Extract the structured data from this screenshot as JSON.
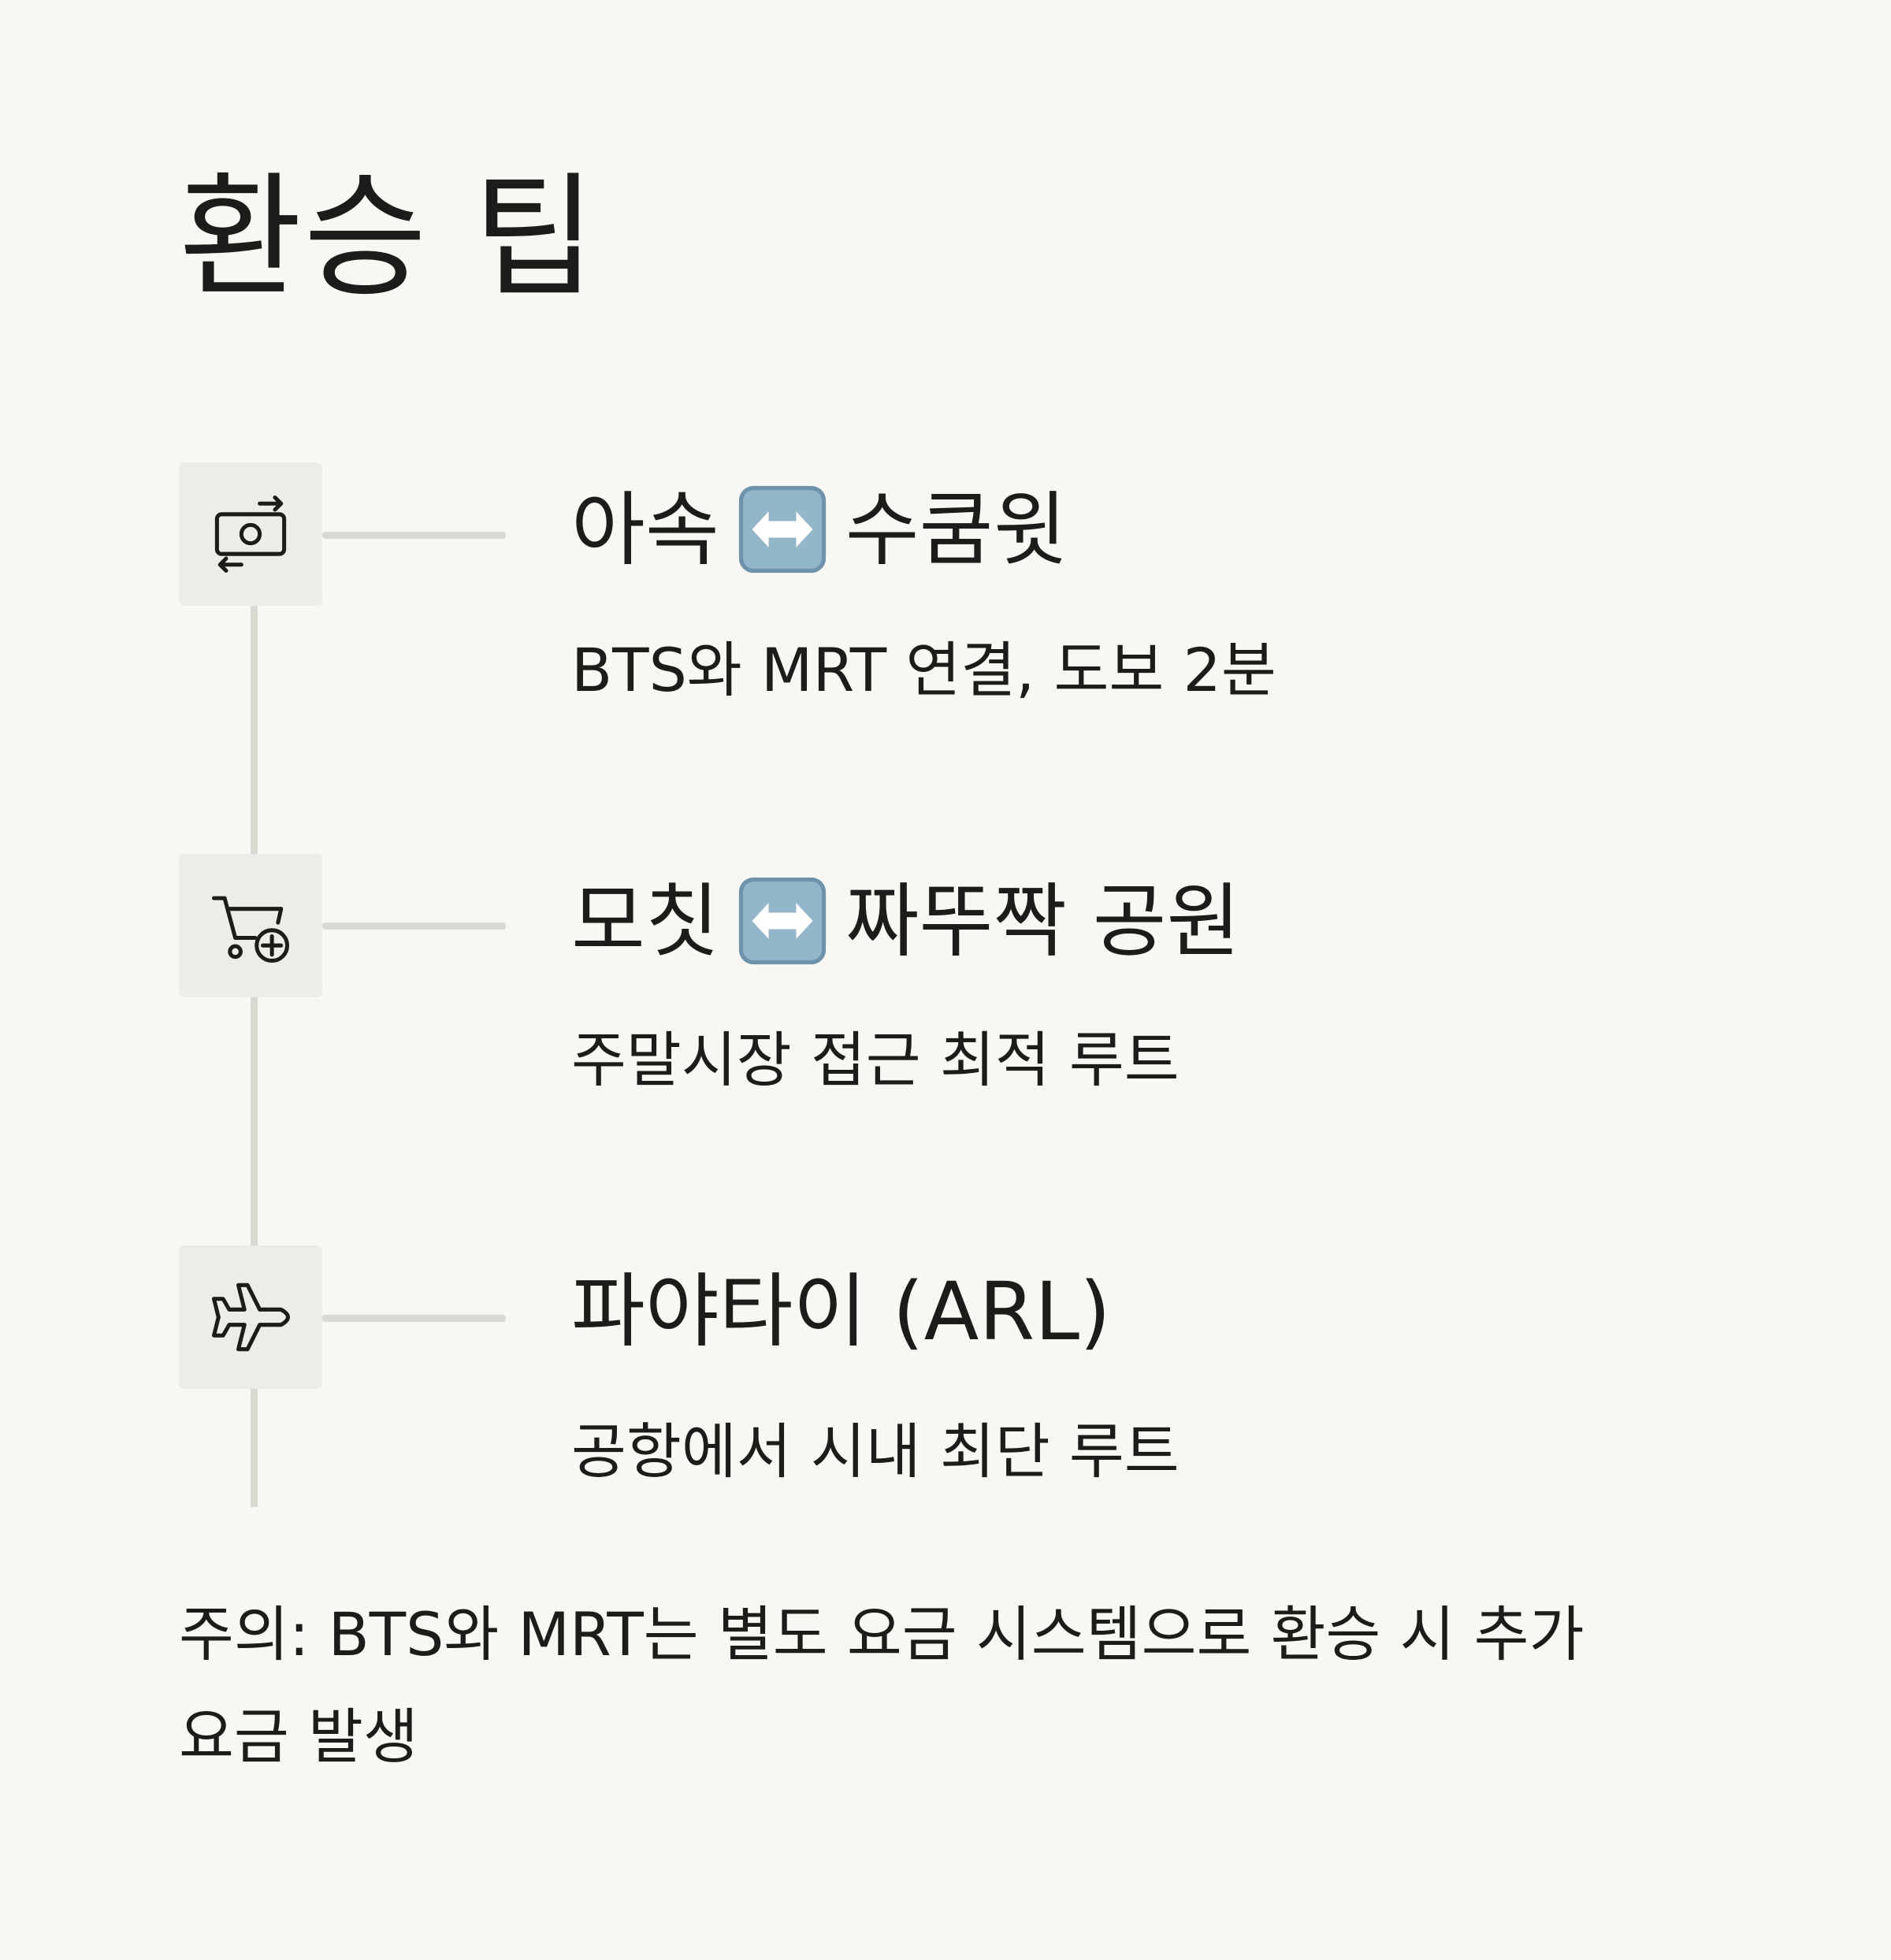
{
  "page": {
    "title": "환승 팁"
  },
  "tips": [
    {
      "icon": "money-transfer-icon",
      "from": "아속",
      "swap_icon": "left-right-arrow-icon",
      "to": "수쿰윗",
      "description": "BTS와 MRT 연결, 도보 2분"
    },
    {
      "icon": "cart-plus-icon",
      "from": "모칫",
      "swap_icon": "left-right-arrow-icon",
      "to": "짜뚜짝 공원",
      "description": "주말시장 접근 최적 루트"
    },
    {
      "icon": "airplane-icon",
      "title": "파야타이 (ARL)",
      "description": "공항에서 시내 최단 루트"
    }
  ],
  "note": {
    "text_line1": "주의: BTS와 MRT는 별도 요금 시스템으로 환승 시 추가",
    "text_line2": "요금 발생"
  },
  "colors": {
    "background": "#f8f7f4",
    "text": "#1c1c1a",
    "line": "#d9d8d1",
    "icon_box": "#edece6",
    "swap_icon_fill": "#8fb3c9"
  }
}
